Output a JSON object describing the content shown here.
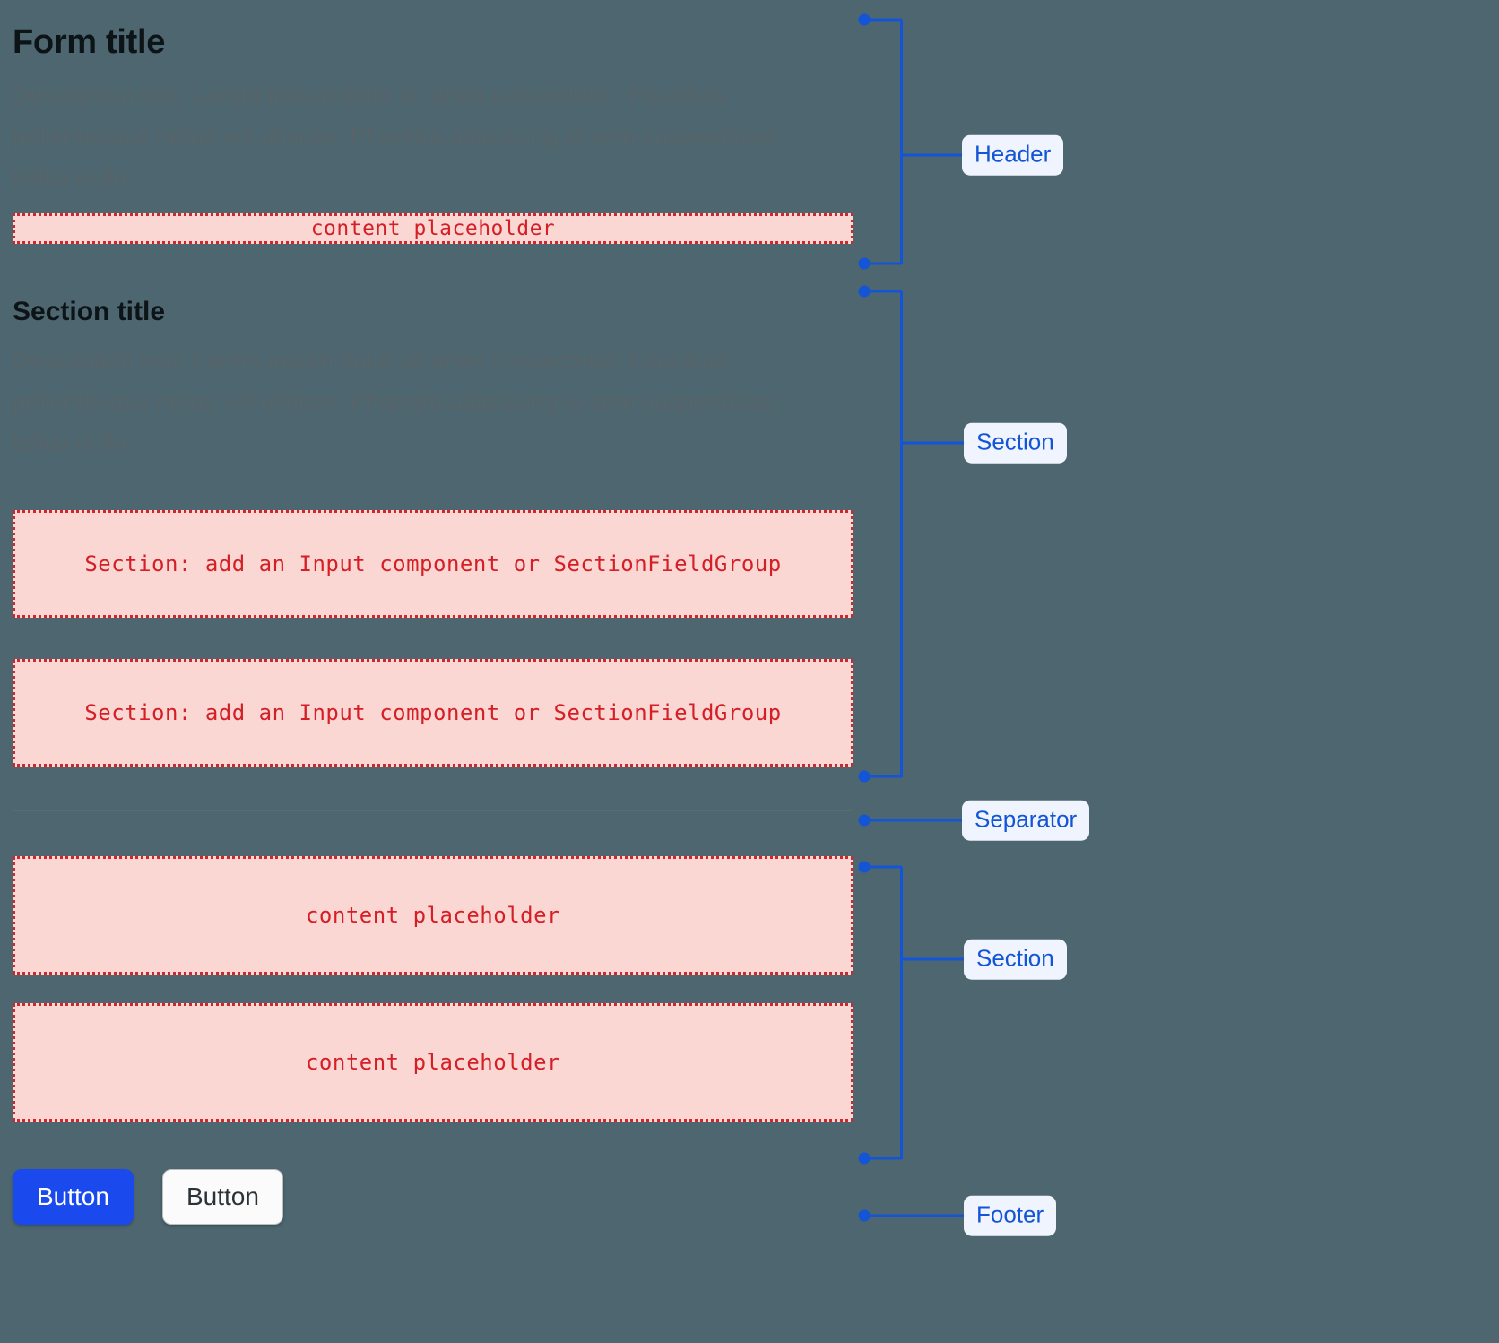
{
  "page": {
    "background_color": "#4d666f",
    "accent_blue": "#1355d6",
    "placeholder_red": "#d51f26",
    "placeholder_fill": "#fbd7d4",
    "primary_button_color": "#1a49ee"
  },
  "form": {
    "title": "Form title",
    "description": "Description text. Lorem ipsum dolor sit amet consectetur. Faucibus pellentesque netus vel ultrices. Pharetra adipiscing in sem suspendisse tellus nulla.",
    "header_placeholder": "content placeholder",
    "section": {
      "title": "Section title",
      "description": "Description text. Lorem ipsum dolor sit amet consectetur. Faucibus pellentesque netus vel ultrices. Pharetra adipiscing in sem suspendisse tellus nulla.",
      "field_placeholder_1": "Section: add an Input component or SectionFieldGroup",
      "field_placeholder_2": "Section: add an Input component or SectionFieldGroup"
    },
    "section_two": {
      "placeholder_1": "content placeholder",
      "placeholder_2": "content placeholder"
    },
    "footer": {
      "primary_button": "Button",
      "secondary_button": "Button"
    }
  },
  "annotations": {
    "header": "Header",
    "section_one": "Section",
    "separator": "Separator",
    "section_two": "Section",
    "footer": "Footer"
  }
}
